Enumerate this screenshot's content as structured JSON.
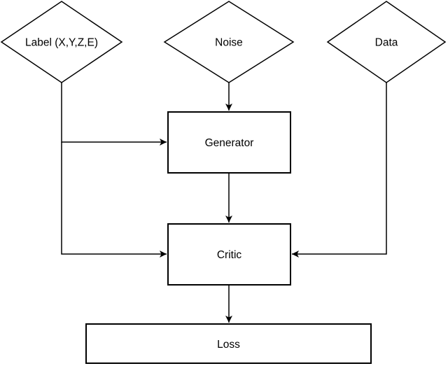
{
  "diagram": {
    "background_color": "#ffffff",
    "stroke_color": "#000000",
    "text_color": "#000000",
    "nodes": {
      "label_input": {
        "text": "Label (X,Y,Z,E)",
        "shape": "diamond"
      },
      "noise": {
        "text": "Noise",
        "shape": "diamond"
      },
      "data": {
        "text": "Data",
        "shape": "diamond"
      },
      "generator": {
        "text": "Generator",
        "shape": "rectangle"
      },
      "critic": {
        "text": "Critic",
        "shape": "rectangle"
      },
      "loss": {
        "text": "Loss",
        "shape": "rectangle"
      }
    },
    "edges": [
      {
        "from": "noise",
        "to": "generator"
      },
      {
        "from": "label_input",
        "to": "generator"
      },
      {
        "from": "label_input",
        "to": "critic"
      },
      {
        "from": "generator",
        "to": "critic"
      },
      {
        "from": "data",
        "to": "critic"
      },
      {
        "from": "critic",
        "to": "loss"
      }
    ]
  }
}
